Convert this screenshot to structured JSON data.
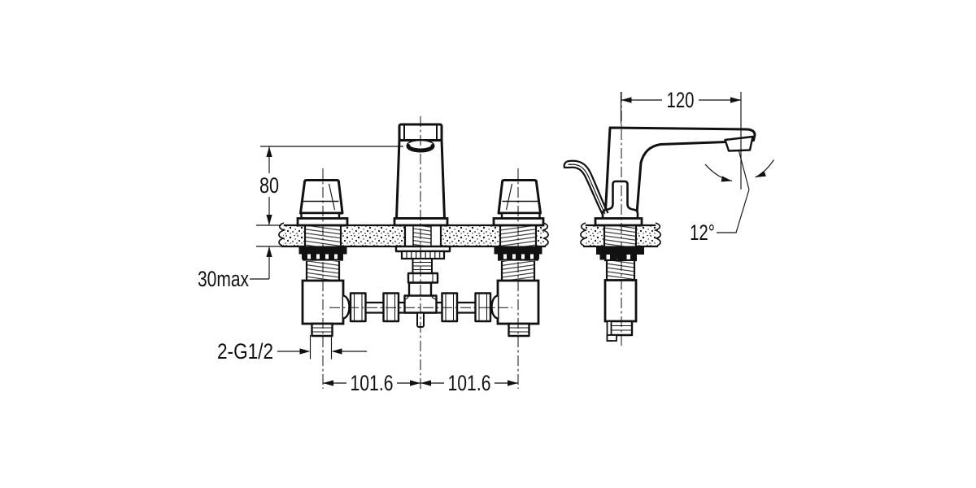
{
  "drawing": {
    "background": "#ffffff",
    "line_color": "#111111",
    "views": [
      {
        "id": "front-view"
      },
      {
        "id": "side-view"
      }
    ],
    "dims": {
      "spout_height": "80",
      "deck_max_thickness": "30max",
      "inlet_thread": "2-G1/2",
      "hole_spacing_left": "101.6",
      "hole_spacing_right": "101.6",
      "spout_reach": "120",
      "spray_angle": "12°"
    }
  }
}
